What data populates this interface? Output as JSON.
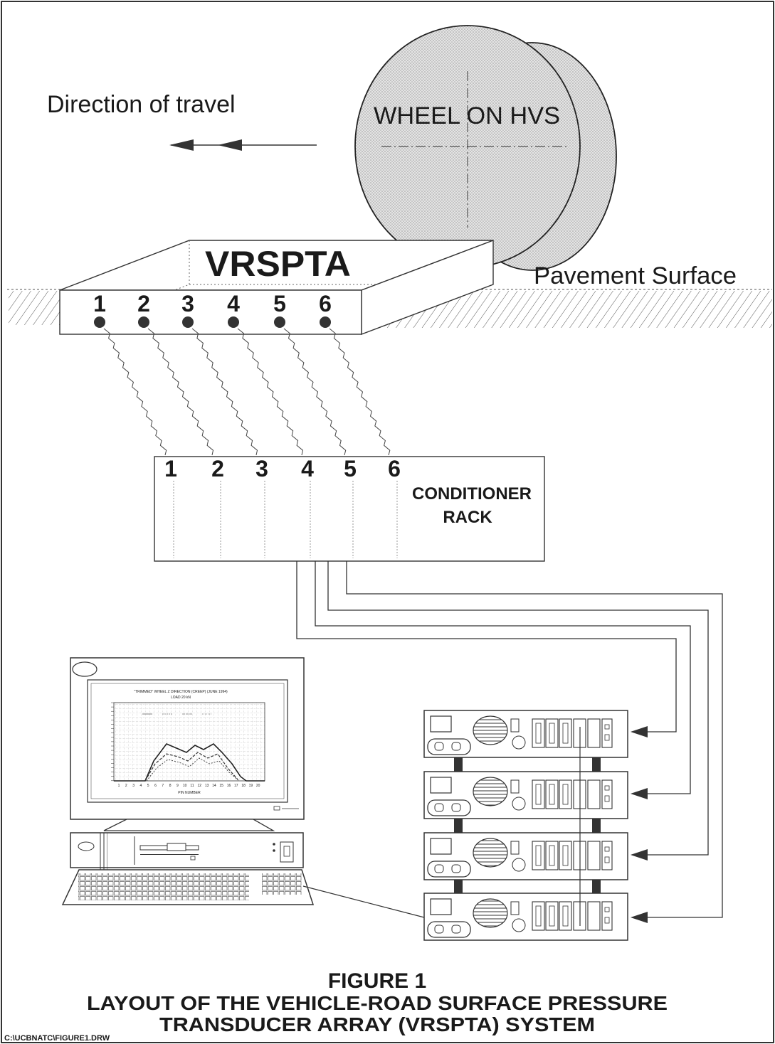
{
  "labels": {
    "direction": "Direction of travel",
    "wheel": "WHEEL ON HVS",
    "vrspta": "VRSPTA",
    "pavement": "Pavement Surface",
    "rack_line1": "CONDITIONER",
    "rack_line2": "RACK"
  },
  "sensor_numbers": [
    "1",
    "2",
    "3",
    "4",
    "5",
    "6"
  ],
  "rack_channels": [
    "1",
    "2",
    "3",
    "4",
    "5",
    "6"
  ],
  "monitor_chart": {
    "title": "\"TRIMMED\" WHEEL  Z DIRECTION (CREEP) (JUNE 1994)",
    "subtitle": "LOAD 20 kN",
    "xlabel": "PIN NUMBER",
    "x_ticks": [
      "1",
      "2",
      "3",
      "4",
      "5",
      "6",
      "7",
      "8",
      "9",
      "10",
      "11",
      "12",
      "13",
      "14",
      "15",
      "16",
      "17",
      "18",
      "19",
      "20"
    ]
  },
  "caption": {
    "line1": "FIGURE 1",
    "line2": "LAYOUT OF THE VEHICLE-ROAD SURFACE PRESSURE",
    "line3": "TRANSDUCER ARRAY (VRSPTA) SYSTEM"
  },
  "filepath": "C:\\UCBNATC\\FIGURE1.DRW"
}
